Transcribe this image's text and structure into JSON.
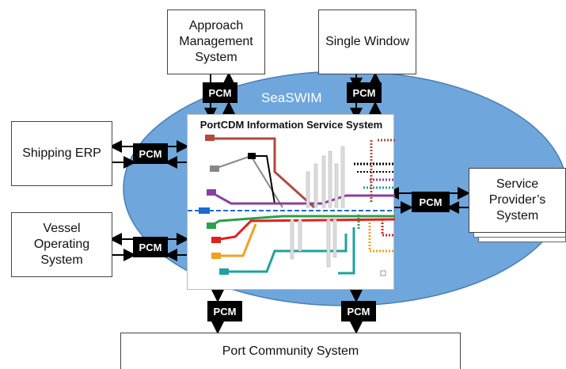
{
  "cloud": {
    "label": "SeaSWIM",
    "color": "#6fa6dc"
  },
  "portcdm": {
    "title": "PortCDM Information Service System"
  },
  "pcm_label": "PCM",
  "systems": {
    "approach": "Approach\nManagement\nSystem",
    "single_window": "Single Window",
    "shipping_erp": "Shipping ERP",
    "vessel_operating": "Vessel\nOperating\nSystem",
    "service_provider": "Service\nProvider’s\nSystem",
    "port_community": "Port Community System"
  },
  "line_colors": [
    "#b04a3c",
    "#f0a020",
    "#2aa04a",
    "#8a3fa0",
    "#1a6ad0",
    "#1fa0a0",
    "#e02020",
    "#000000",
    "#888888"
  ]
}
